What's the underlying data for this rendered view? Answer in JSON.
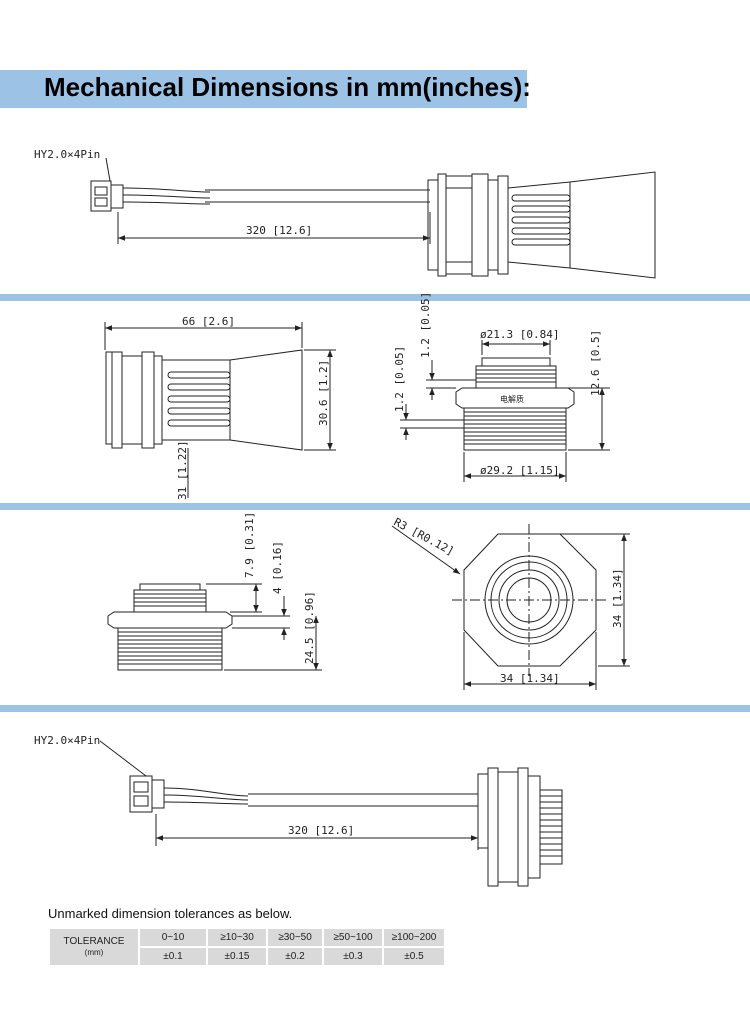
{
  "title": "Mechanical Dimensions in mm(inches):",
  "views": {
    "top": {
      "connector_label": "HY2.0×4Pin",
      "cable_length": "320 [12.6]"
    },
    "side": {
      "length": "66 [2.6]",
      "height": "30.6 [1.2]",
      "diameter": "31 [1.22]"
    },
    "front_section": {
      "d_top": "ø21.3 [0.84]",
      "t1": "1.2 [0.05]",
      "t2": "1.2 [0.05]",
      "h": "12.6 [0.5]",
      "d_bottom": "ø29.2 [1.15]",
      "marking": "电解质"
    },
    "thread_view": {
      "h1": "7.9 [0.31]",
      "h2": "4 [0.16]",
      "h3": "24.5 [0.96]"
    },
    "hex_view": {
      "radius": "R3 [R0.12]",
      "height": "34 [1.34]",
      "width": "34 [1.34]"
    },
    "bottom": {
      "connector_label": "HY2.0×4Pin",
      "cable_length": "320 [12.6]"
    }
  },
  "tolerance": {
    "note": "Unmarked dimension tolerances as below.",
    "header": "TOLERANCE",
    "unit": "(mm)",
    "ranges": [
      "0~10",
      "≥10~30",
      "≥30~50",
      "≥50~100",
      "≥100~200"
    ],
    "values": [
      "±0.1",
      "±0.15",
      "±0.2",
      "±0.3",
      "±0.5"
    ]
  }
}
